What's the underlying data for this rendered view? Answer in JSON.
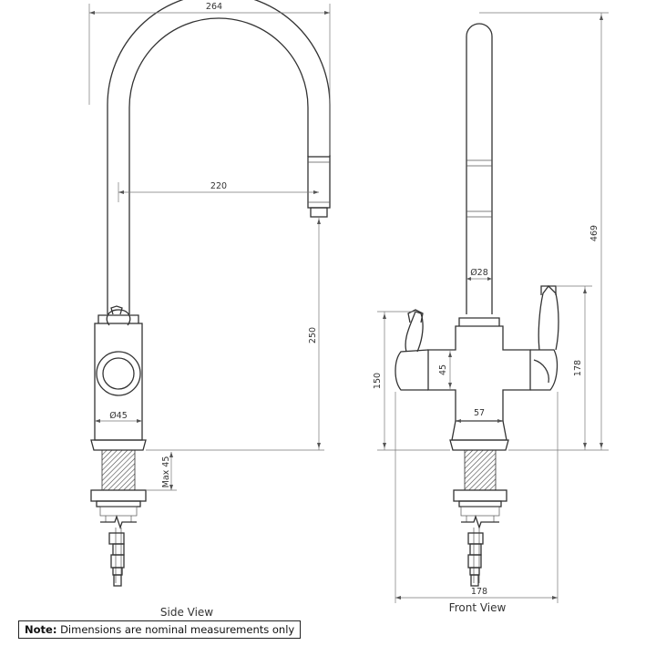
{
  "side_view": {
    "caption": "Side View",
    "dims": {
      "overall_reach": "264",
      "spout_reach": "220",
      "spout_height": "250",
      "body_diameter": "Ø45",
      "max_bench": "Max 45"
    }
  },
  "front_view": {
    "caption": "Front View",
    "dims": {
      "overall_height": "469",
      "spout_diameter": "Ø28",
      "body_width": "45",
      "body_height": "150",
      "handle_height": "178",
      "base_width": "57",
      "overall_width": "178"
    }
  },
  "note": {
    "label": "Note:",
    "text": "Dimensions are nominal measurements only"
  }
}
